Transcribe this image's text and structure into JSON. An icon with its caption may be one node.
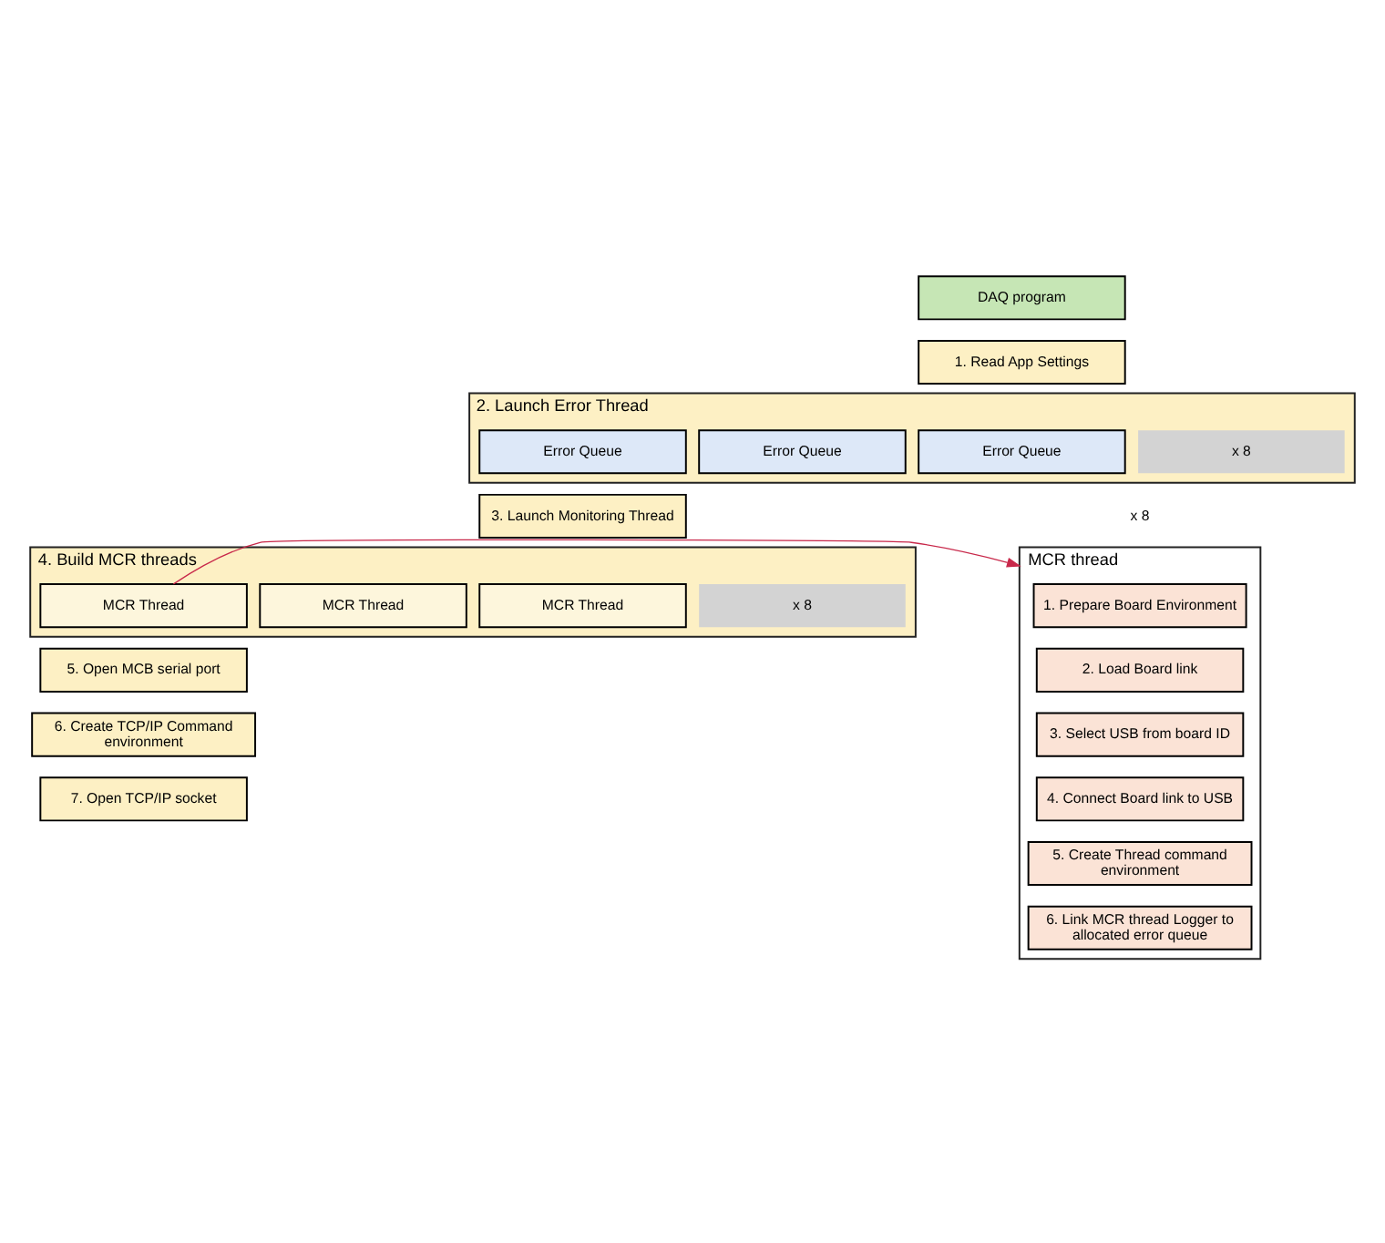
{
  "diagram": {
    "nodes": [
      {
        "text": [
          "DAQ program"
        ]
      },
      {
        "text": [
          "1. Read App Settings"
        ]
      },
      {
        "text": [
          "2. Launch Error Thread"
        ]
      },
      {
        "text": [
          "Error Queue"
        ],
        "in": 2
      },
      {
        "text": [
          "Error Queue"
        ],
        "in": 2
      },
      {
        "text": [
          "Error Queue"
        ],
        "in": 2
      },
      {
        "text": [
          "3. Launch Monitoring Thread"
        ]
      },
      {
        "text": [
          "4. Build MCR threads"
        ]
      },
      {
        "text": [
          "MCR Thread"
        ],
        "in": 7
      },
      {
        "text": [
          "MCR Thread"
        ],
        "in": 7
      },
      {
        "text": [
          "MCR Thread"
        ],
        "in": 7
      },
      {
        "text": [
          "5. Open MCB serial port"
        ]
      },
      {
        "text": [
          "6. Create TCP/IP Command environment"
        ]
      },
      {
        "text": [
          "7. Open TCP/IP socket"
        ]
      },
      {
        "text": [
          "MCR thread"
        ],
        "beside": [
          "x 8"
        ]
      },
      {
        "text": [
          "1. Prepare Board Environment"
        ],
        "in": 14
      },
      {
        "text": [
          "2. Load Board link"
        ],
        "in": 14
      },
      {
        "text": [
          "3. Select USB from board ID"
        ],
        "in": 14
      },
      {
        "text": [
          "4. Connect Board link to USB"
        ],
        "in": 14
      },
      {
        "text": [
          "5. Create Thread command environment"
        ],
        "in": 14
      },
      {
        "text": [
          "6. Link MCR thread Logger to allocated error queue"
        ],
        "in": 14
      }
    ],
    "edges": [
      {
        "from": 10,
        "to": 14,
        "arrow": "to",
        "color": "#c8284a"
      }
    ],
    "labels": [
      "x 8",
      "x 8"
    ]
  }
}
